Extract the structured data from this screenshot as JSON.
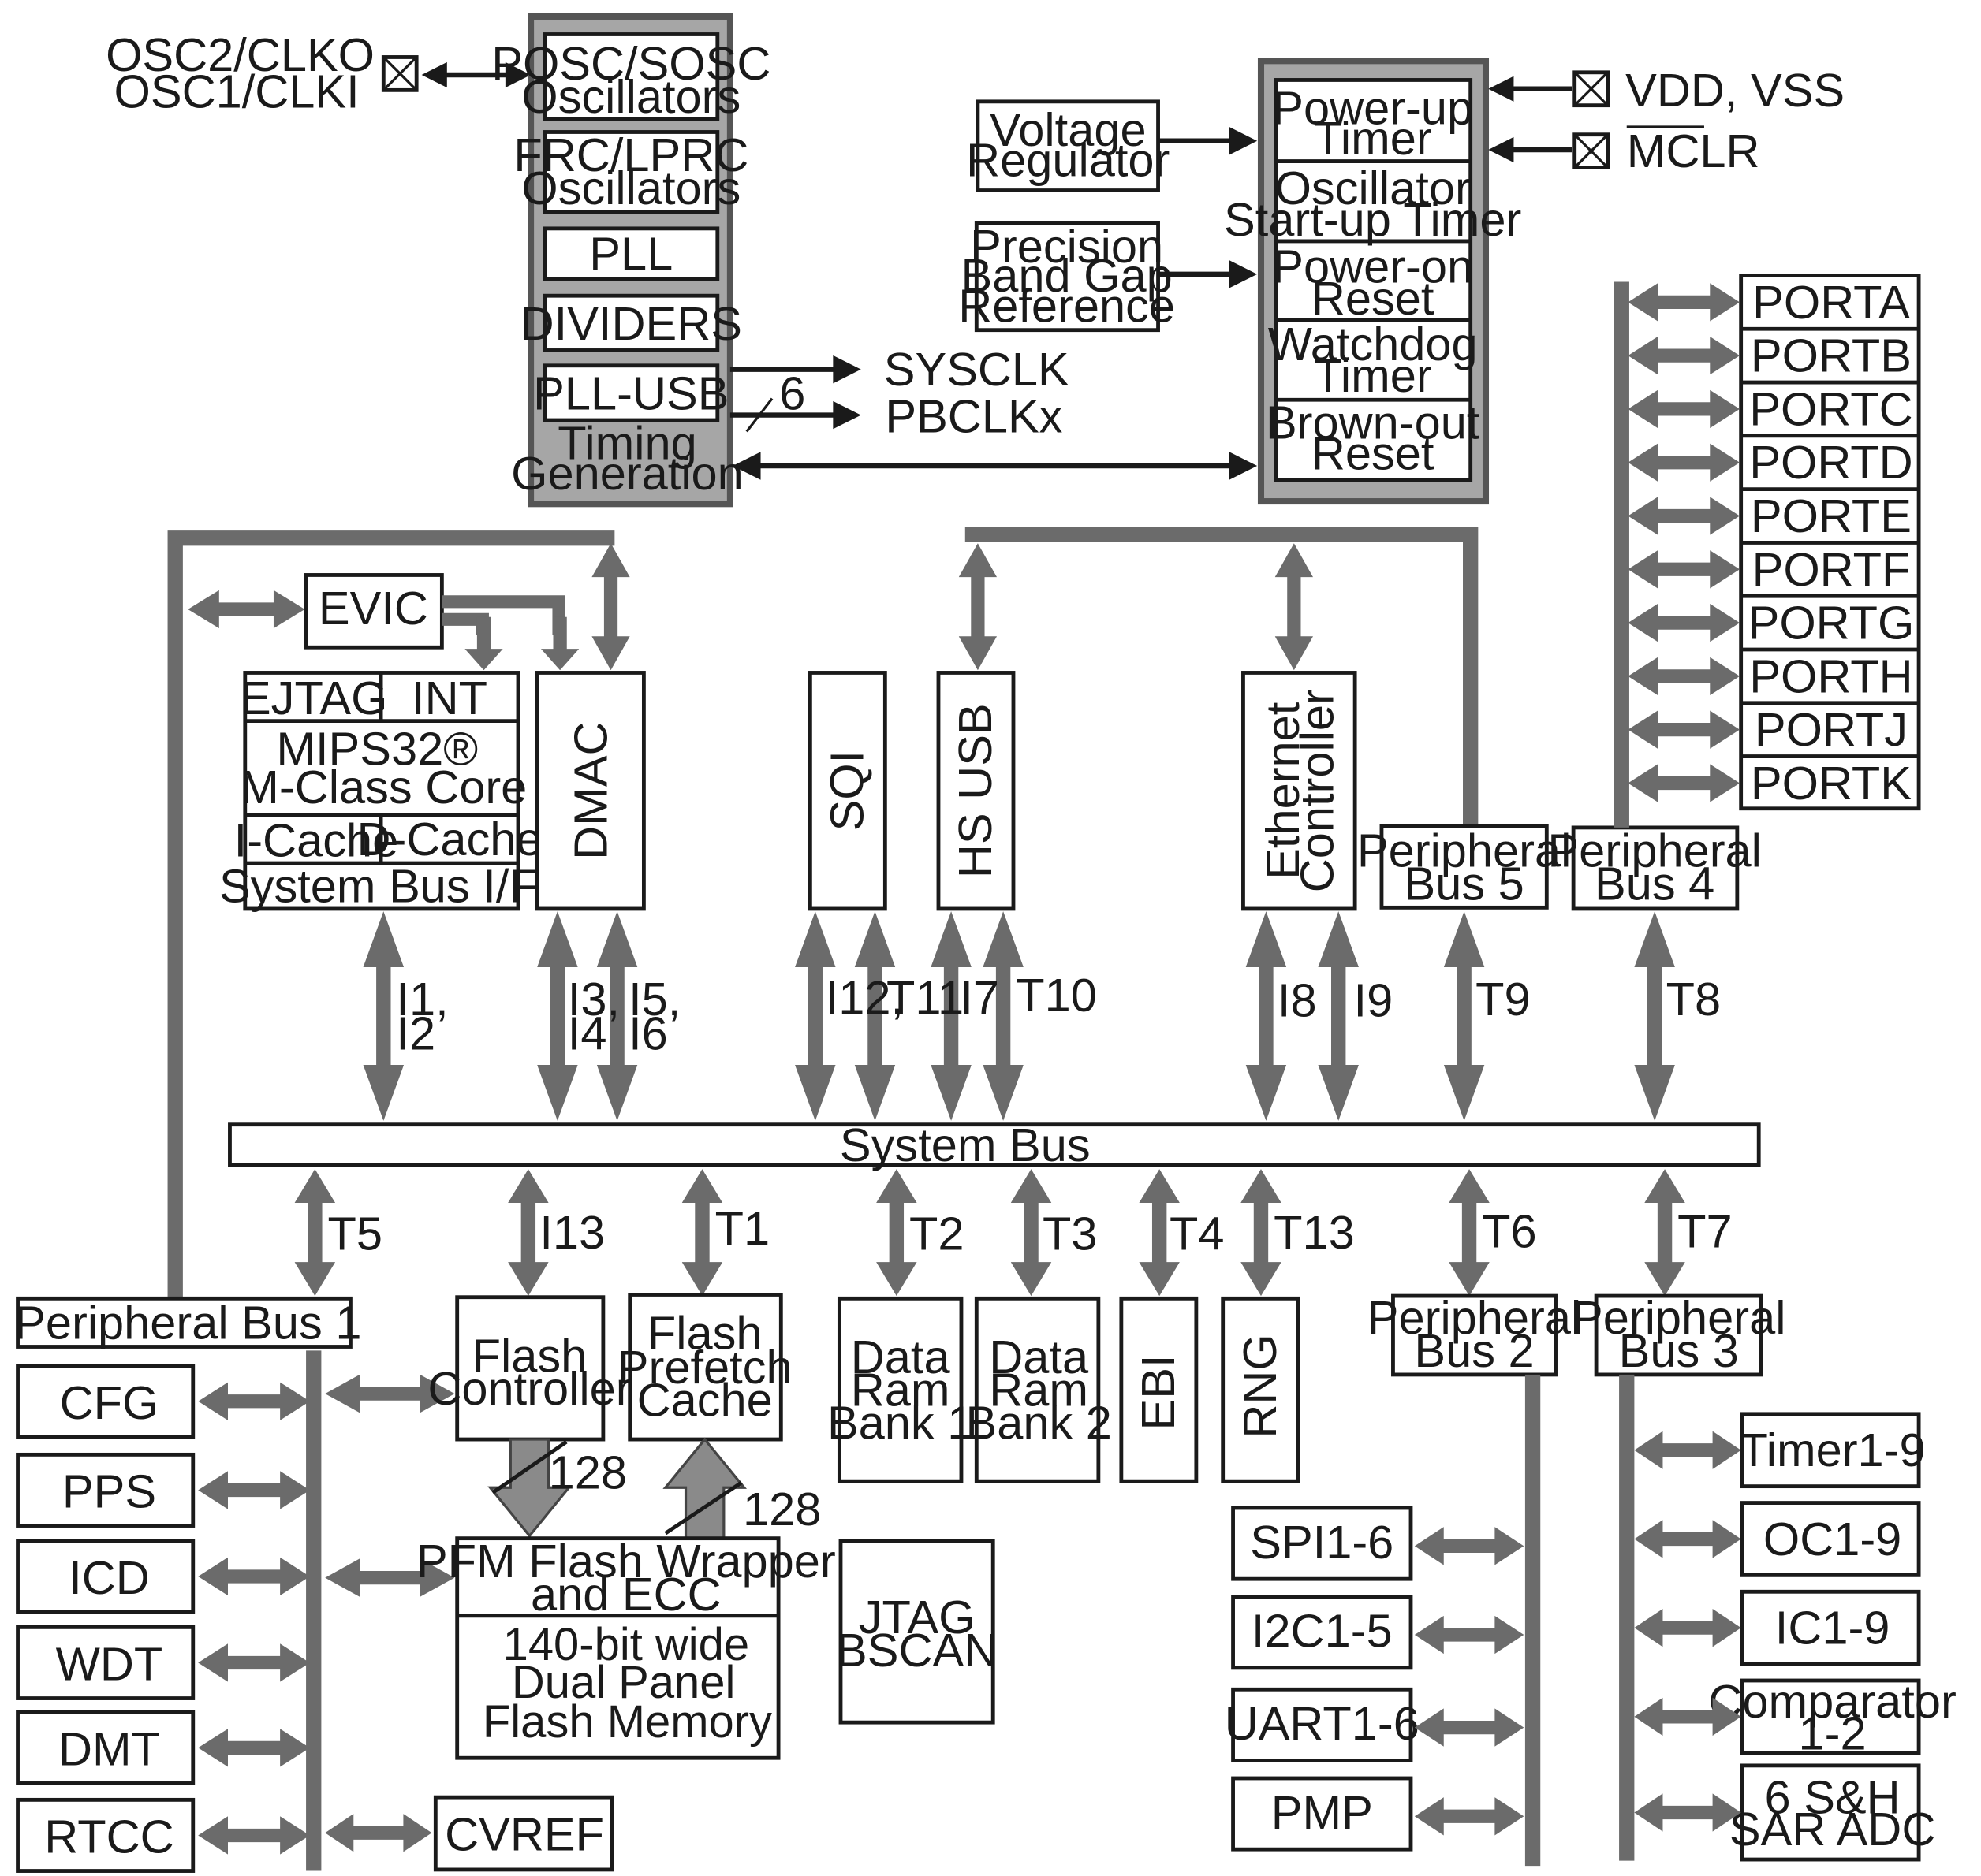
{
  "pins": {
    "osc2": "OSC2/CLKO",
    "osc1": "OSC1/CLKI",
    "vdd": "VDD, VSS",
    "mclr": "MCLR"
  },
  "timing": {
    "posc": "POSC/SOSC",
    "posc2": "Oscillators",
    "frc": "FRC/LPRC",
    "frc2": "Oscillators",
    "pll": "PLL",
    "dividers": "DIVIDERS",
    "pll_usb": "PLL-USB",
    "title1": "Timing",
    "title2": "Generation"
  },
  "clocks": {
    "sysclk": "SYSCLK",
    "pbclk": "PBCLKx",
    "pbclk_width": "6"
  },
  "power": {
    "voltage_reg1": "Voltage",
    "voltage_reg2": "Regulator",
    "bandgap1": "Precision",
    "bandgap2": "Band Gap",
    "bandgap3": "Reference"
  },
  "reset": {
    "items": [
      {
        "l1": "Power-up",
        "l2": "Timer"
      },
      {
        "l1": "Oscillator",
        "l2": "Start-up Timer"
      },
      {
        "l1": "Power-on",
        "l2": "Reset"
      },
      {
        "l1": "Watchdog",
        "l2": "Timer"
      },
      {
        "l1": "Brown-out",
        "l2": "Reset"
      }
    ]
  },
  "core": {
    "evic": "EVIC",
    "ejtag": "EJTAG",
    "int": "INT",
    "mips1": "MIPS32®",
    "mips2": "M-Class Core",
    "icache": "I-Cache",
    "dcache": "D-Cache",
    "sysbus_if": "System Bus I/F"
  },
  "masters": {
    "dmac": "DMAC",
    "sqi": "SQI",
    "hsusb": "HS USB",
    "eth1": "Ethernet",
    "eth2": "Controller"
  },
  "buses": {
    "pb1": "Peripheral Bus 1",
    "pb2_1": "Peripheral",
    "pb2_2": "Bus 2",
    "pb3_1": "Peripheral",
    "pb3_2": "Bus 3",
    "pb4_1": "Peripheral",
    "pb4_2": "Bus 4",
    "pb5_1": "Peripheral",
    "pb5_2": "Bus 5"
  },
  "ports": [
    "PORTA",
    "PORTB",
    "PORTC",
    "PORTD",
    "PORTE",
    "PORTF",
    "PORTG",
    "PORTH",
    "PORTJ",
    "PORTK"
  ],
  "links": {
    "i1": "I1,",
    "i2": "I2",
    "i3": "I3,",
    "i4": "I4",
    "i5": "I5,",
    "i6": "I6",
    "i12": "I12,",
    "t11": "T11",
    "i7": "I7",
    "t10": "T10",
    "i8": "I8",
    "i9": "I9",
    "t9": "T9",
    "t8": "T8",
    "t5": "T5",
    "i13": "I13",
    "t1": "T1",
    "t2": "T2",
    "t3": "T3",
    "t4": "T4",
    "t13": "T13",
    "t6": "T6",
    "t7": "T7"
  },
  "system_bus": "System Bus",
  "pb1": {
    "items": [
      "CFG",
      "PPS",
      "ICD",
      "WDT",
      "DMT",
      "RTCC"
    ],
    "cvref": "CVREF"
  },
  "memory": {
    "fc1": "Flash",
    "fc2": "Controller",
    "pf1": "Flash",
    "pf2": "Prefetch",
    "pf3": "Cache",
    "width_a": "128",
    "width_b": "128",
    "pfm1": "PFM Flash Wrapper",
    "pfm2": "and ECC",
    "fm1": "140-bit wide",
    "fm2": "Dual Panel",
    "fm3": "Flash Memory",
    "ram1_1": "Data",
    "ram1_2": "Ram",
    "ram1_3": "Bank 1",
    "ram2_1": "Data",
    "ram2_2": "Ram",
    "ram2_3": "Bank 2",
    "ebi": "EBI",
    "rng": "RNG",
    "jtag1": "JTAG",
    "jtag2": "BSCAN"
  },
  "pb2": {
    "items": [
      "SPI1-6",
      "I2C1-5",
      "UART1-6",
      "PMP"
    ]
  },
  "pb3": {
    "items": [
      {
        "l1": "Timer1-9",
        "l2": ""
      },
      {
        "l1": "OC1-9",
        "l2": ""
      },
      {
        "l1": "IC1-9",
        "l2": ""
      },
      {
        "l1": "Comparator",
        "l2": "1-2"
      },
      {
        "l1": "6 S&H",
        "l2": "SAR ADC"
      }
    ]
  }
}
